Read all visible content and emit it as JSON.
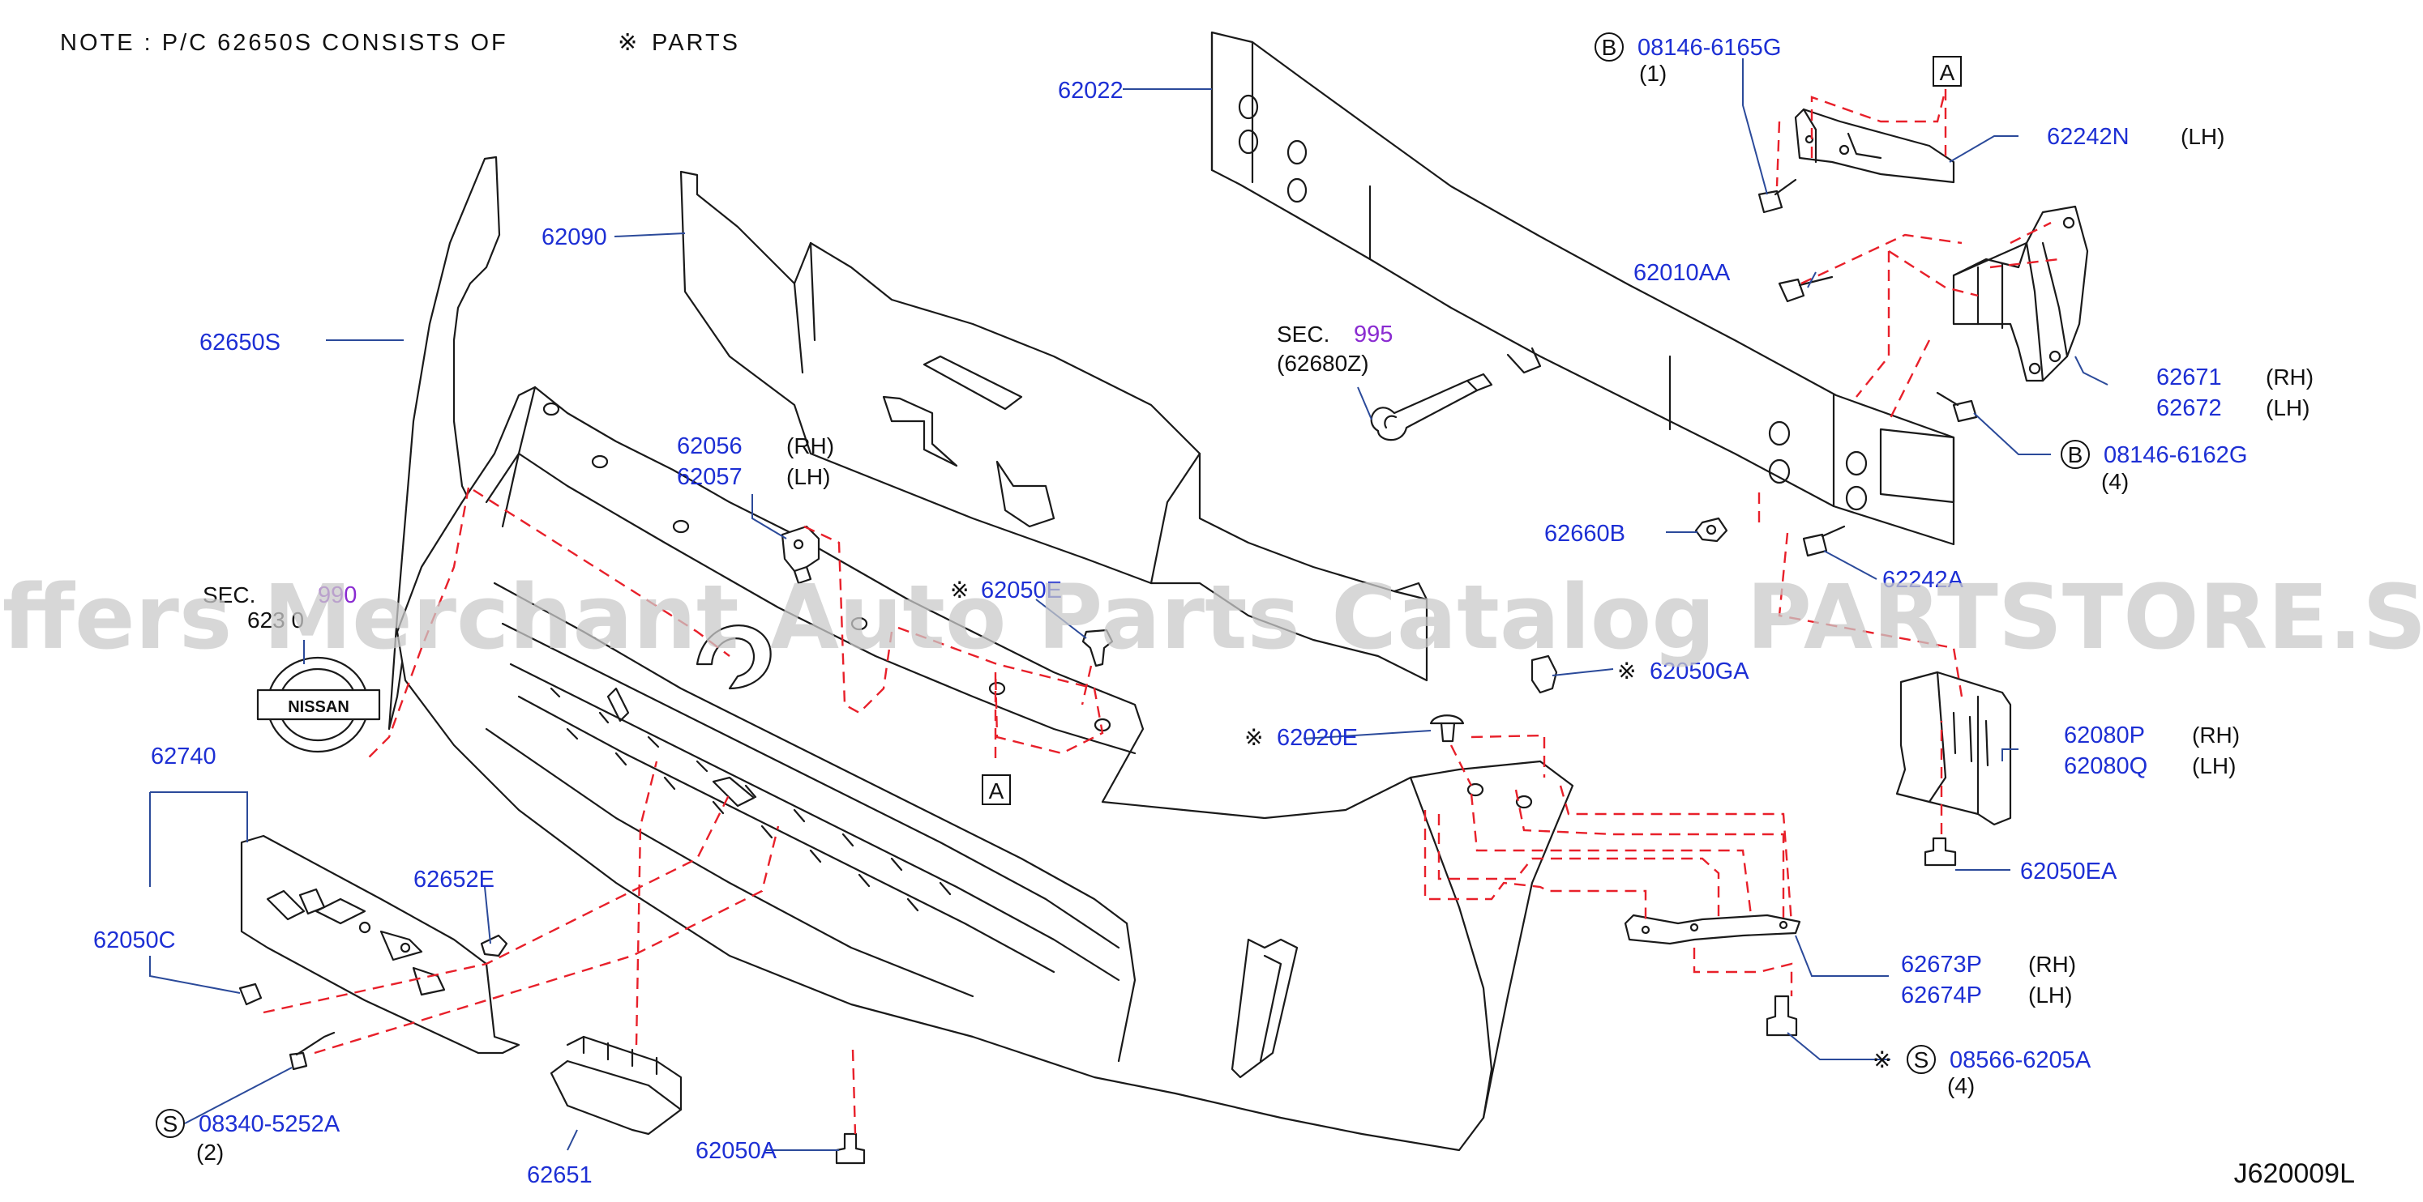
{
  "note": {
    "text": "NOTE  :  P/C   62650S   CONSISTS   OF",
    "symbol": "※",
    "suffix": "PARTS"
  },
  "watermark": "Offers Merchant Auto Parts Catalog PARTSTORE.SA",
  "diagram_code": "J620009L",
  "colors": {
    "part_number": "#1d2fd4",
    "section_ref": "#8a2bd1",
    "dashed_guides": "#e8202a",
    "outline": "#1a1a1a"
  },
  "callouts": {
    "p62022": "62022",
    "p62090": "62090",
    "p62650S": "62650S",
    "p62056": "62056",
    "p62057": "62057",
    "rh": "(RH)",
    "lh": "(LH)",
    "p62050E": "62050E",
    "p62740": "62740",
    "p62050C": "62050C",
    "p62652E": "62652E",
    "p08340": "08340-5252A",
    "q2": "(2)",
    "p62651": "62651",
    "p62050A": "62050A",
    "p62020E": "62020E",
    "p62050GA": "62050GA",
    "p62660B": "62660B",
    "p62242A": "62242A",
    "p62080P": "62080P",
    "p62080Q": "62080Q",
    "p62050EA": "62050EA",
    "p62673P": "62673P",
    "p62674P": "62674P",
    "p08566": "08566-6205A",
    "q4": "(4)",
    "p08146_6165G": "08146-6165G",
    "q1": "(1)",
    "p62242N": "62242N",
    "p62010AA": "62010AA",
    "p62671": "62671",
    "p62672": "62672",
    "p08146_6162G": "08146-6162G",
    "sec": "SEC.",
    "sec995": "995",
    "sec995_sub": "(62680Z)",
    "sec990": "990",
    "sec990_sub": "623 0",
    "letterA": "A",
    "letterB": "B",
    "letterS": "S",
    "star": "※",
    "emblem": "NISSAN"
  }
}
